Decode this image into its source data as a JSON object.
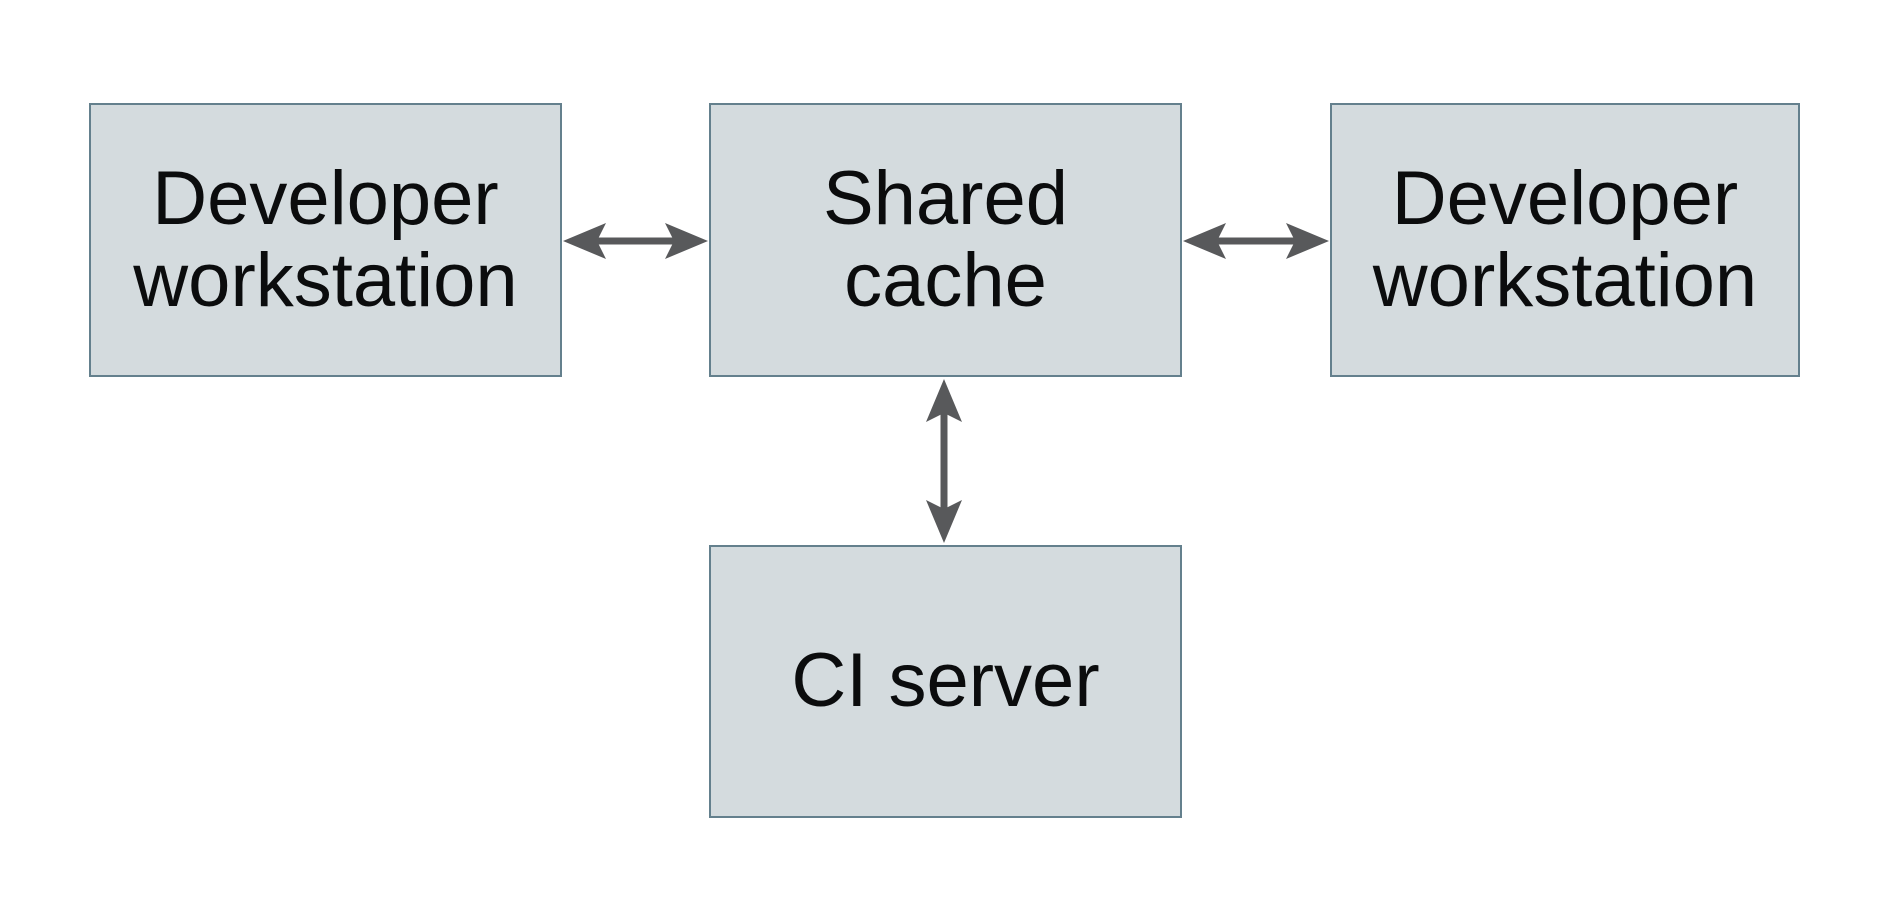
{
  "theme": {
    "background": "#ffffff",
    "node_fill": "#d4dbde",
    "node_border": "#64808d",
    "arrow_color": "#58595b",
    "text_color": "#0b0c0d"
  },
  "diagram": {
    "nodes": {
      "left_workstation": {
        "label": "Developer\nworkstation"
      },
      "shared_cache": {
        "label": "Shared\ncache"
      },
      "right_workstation": {
        "label": "Developer\nworkstation"
      },
      "ci_server": {
        "label": "CI server"
      }
    },
    "connections": [
      {
        "from": "left_workstation",
        "to": "shared_cache",
        "type": "bidirectional"
      },
      {
        "from": "shared_cache",
        "to": "right_workstation",
        "type": "bidirectional"
      },
      {
        "from": "shared_cache",
        "to": "ci_server",
        "type": "bidirectional"
      }
    ]
  }
}
